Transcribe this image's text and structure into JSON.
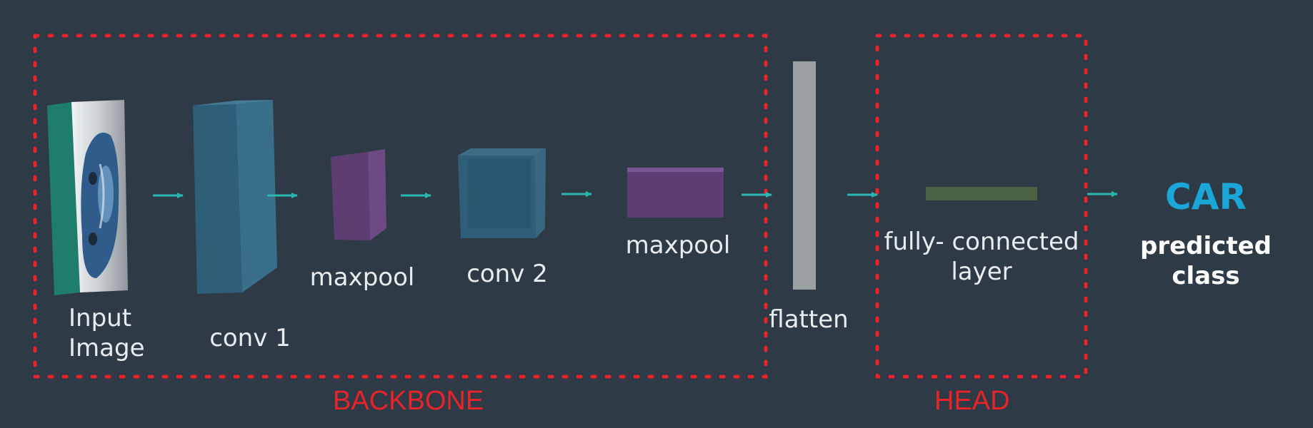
{
  "colors": {
    "background": "#2e3a46",
    "boundary": "#e8232a",
    "arrow": "#2bb5b0",
    "conv": "#2f5f78",
    "pool": "#5e3e72",
    "flatten": "#9aa0a2",
    "fc": "#4b6244",
    "result": "#1aa7d8",
    "text": "#e8ecef"
  },
  "stages": {
    "input": {
      "line1": "Input",
      "line2": "Image"
    },
    "conv1": "conv 1",
    "maxpool1": "maxpool",
    "conv2": "conv 2",
    "maxpool2": "maxpool",
    "flatten": "flatten",
    "fc": {
      "line1": "fully- connected",
      "line2": "layer"
    }
  },
  "result": {
    "title": "CAR",
    "sub1": "predicted",
    "sub2": "class"
  },
  "regions": {
    "backbone": "BACKBONE",
    "head": "HEAD"
  }
}
